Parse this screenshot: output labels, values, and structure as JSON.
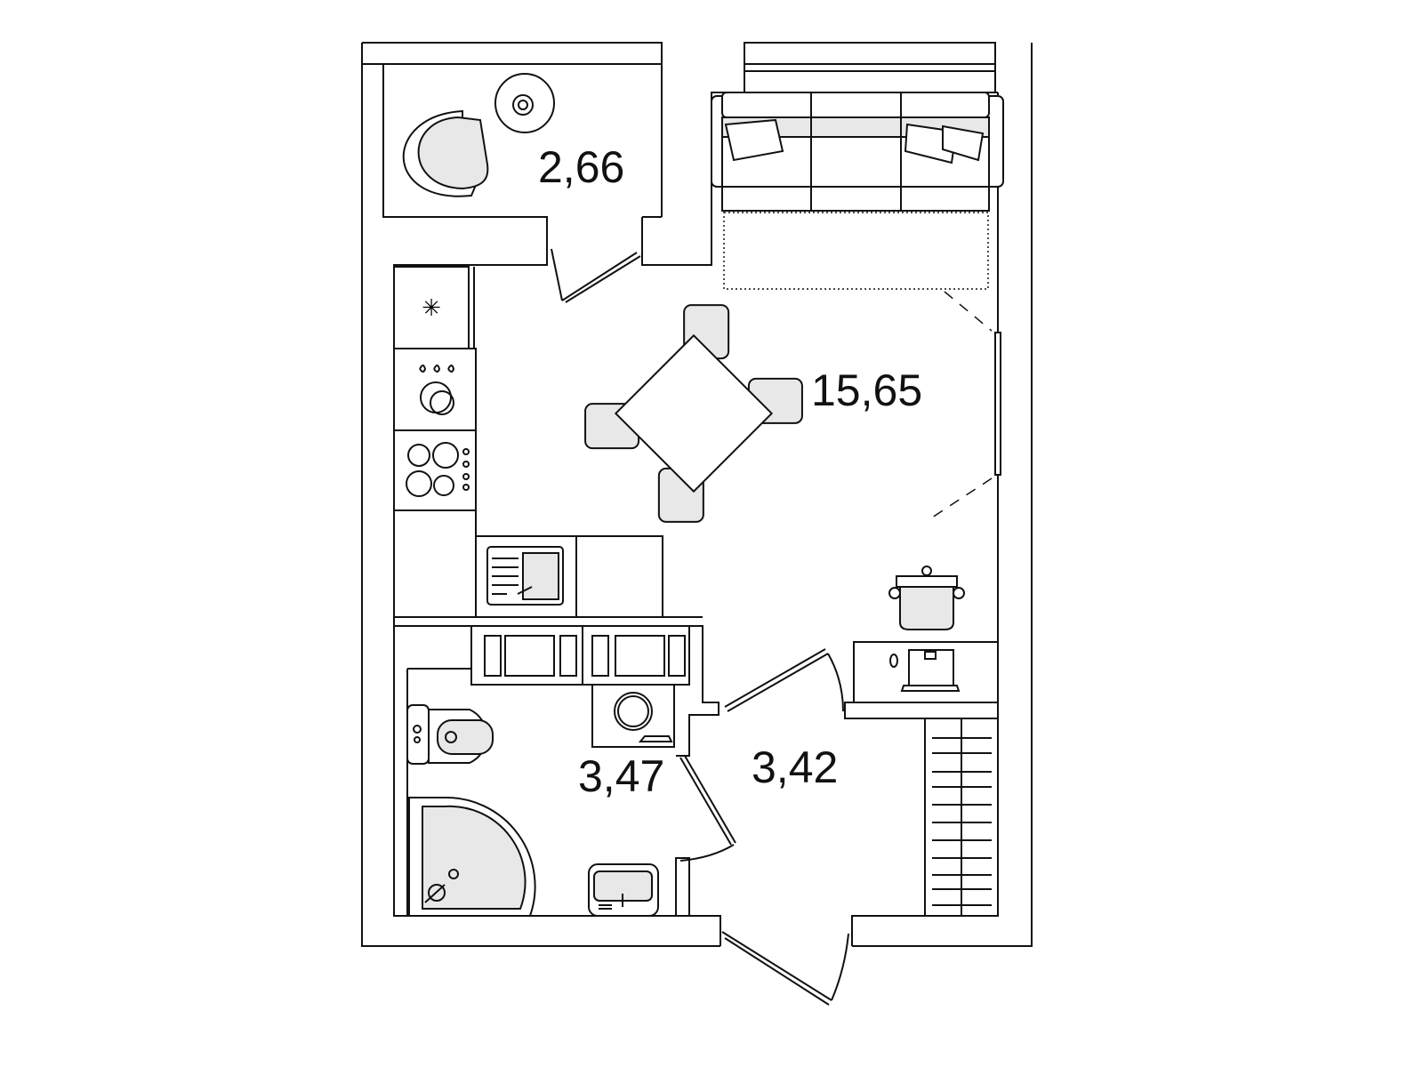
{
  "rooms": [
    {
      "name": "balcony",
      "area": "2,66"
    },
    {
      "name": "living-kitchen",
      "area": "15,65"
    },
    {
      "name": "bathroom",
      "area": "3,47"
    },
    {
      "name": "hallway",
      "area": "3,42"
    }
  ],
  "colors": {
    "line": "#111111",
    "fixture_fill": "#e8e8e8",
    "background": "#ffffff"
  }
}
